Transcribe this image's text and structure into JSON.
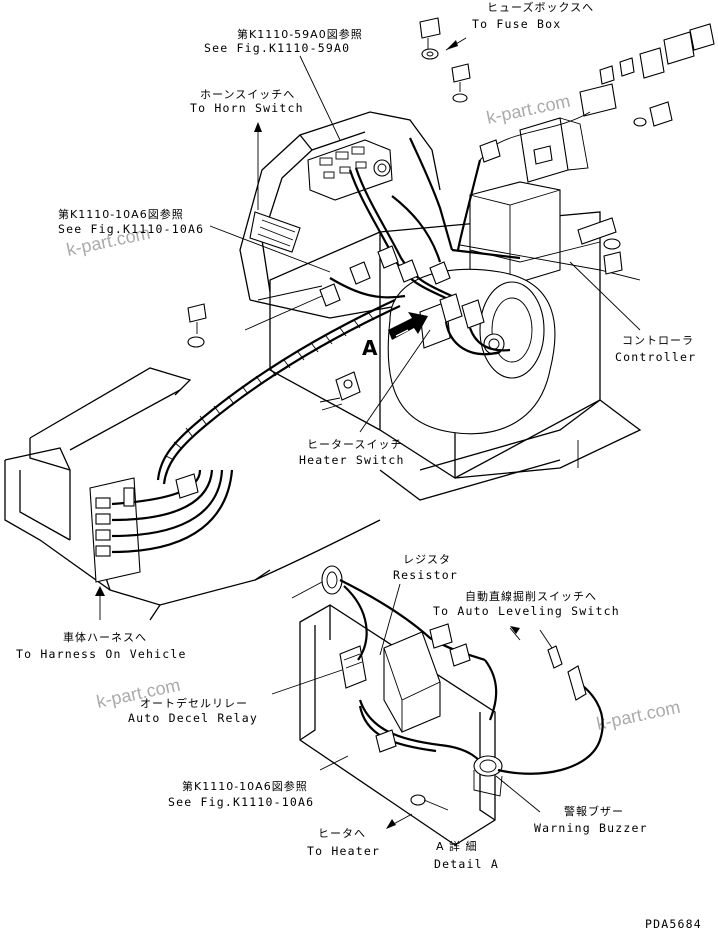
{
  "labels": {
    "fig_59a0_jp": "第K1110-59A0図参照",
    "fig_59a0_en": "See Fig.K1110-59A0",
    "fuse_jp": "ヒューズボックスへ",
    "fuse_en": "To Fuse Box",
    "horn_jp": "ホーンスイッチへ",
    "horn_en": "To Horn Switch",
    "fig_10a6_top_jp": "第K1110-10A6図参照",
    "fig_10a6_top_en": "See Fig.K1110-10A6",
    "controller_jp": "コントローラ",
    "controller_en": "Controller",
    "detail_marker": "A",
    "heater_switch_jp": "ヒータースイッチ",
    "heater_switch_en": "Heater Switch",
    "resistor_jp": "レジスタ",
    "resistor_en": "Resistor",
    "auto_level_jp": "自動直線掘削スイッチへ",
    "auto_level_en": "To Auto Leveling Switch",
    "harness_jp": "車体ハーネスへ",
    "harness_en": "To Harness On Vehicle",
    "decel_jp": "オートデセルリレー",
    "decel_en": "Auto Decel Relay",
    "fig_10a6_bot_jp": "第K1110-10A6図参照",
    "fig_10a6_bot_en": "See Fig.K1110-10A6",
    "buzzer_jp": "警報ブザー",
    "buzzer_en": "Warning Buzzer",
    "heater_jp": "ヒータへ",
    "heater_en": "To Heater",
    "detail_jp": "A 詳 細",
    "detail_en": "Detail A",
    "drawing_no": "PDA5684"
  },
  "watermarks": [
    "k-part.com",
    "k-part.com",
    "k-part.com",
    "k-part.com"
  ]
}
